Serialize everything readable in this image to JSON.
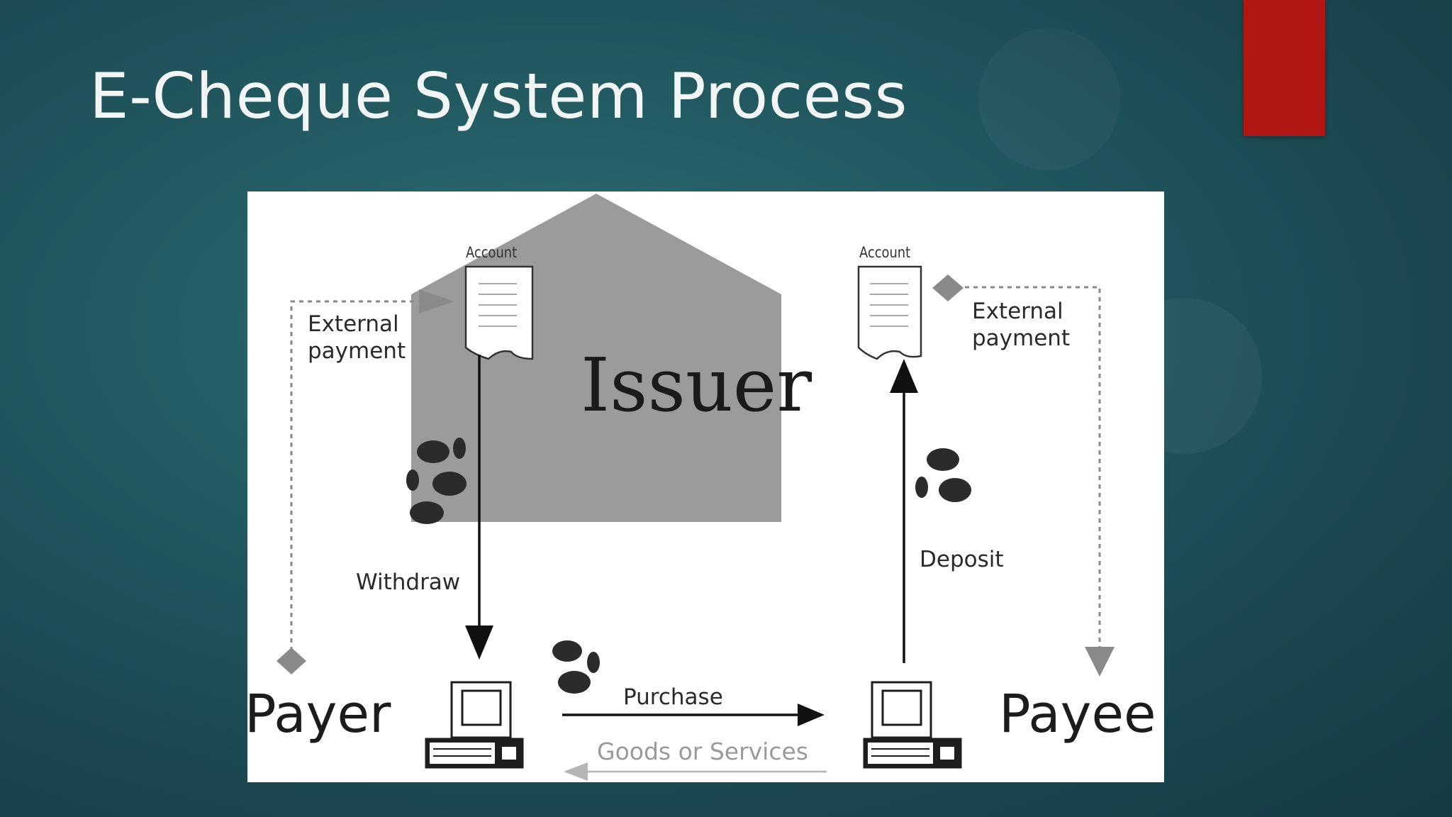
{
  "slide": {
    "title": "E-Cheque System Process",
    "accent_color": "#b01714"
  },
  "diagram": {
    "issuer_label": "Issuer",
    "left_account_label": "Account",
    "right_account_label": "Account",
    "left_external_payment": "External\npayment",
    "right_external_payment": "External\npayment",
    "withdraw_label": "Withdraw",
    "deposit_label": "Deposit",
    "purchase_label": "Purchase",
    "goods_label": "Goods or Services",
    "payer_label": "Payer",
    "payee_label": "Payee",
    "icons": [
      "bank-building",
      "account-document",
      "coins",
      "computer"
    ]
  }
}
